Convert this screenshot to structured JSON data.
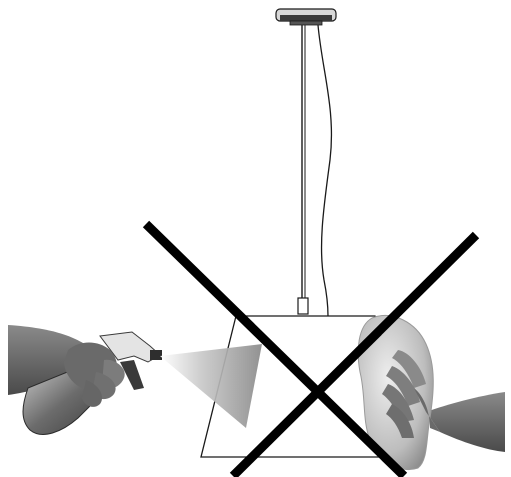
{
  "illustration": {
    "subject": "pendant-lamp-cleaning-warning",
    "colors": {
      "line": "#1a1a1a",
      "lamp_shade_fill": "#ffffff",
      "ceiling_canopy": "#2b2b2b",
      "spray_mist": "#9a9a9a",
      "skin": "#7a7a7a",
      "cross": "#000000"
    },
    "prohibited_actions": [
      "spray-cleaner",
      "wipe-with-wet-cloth"
    ]
  }
}
